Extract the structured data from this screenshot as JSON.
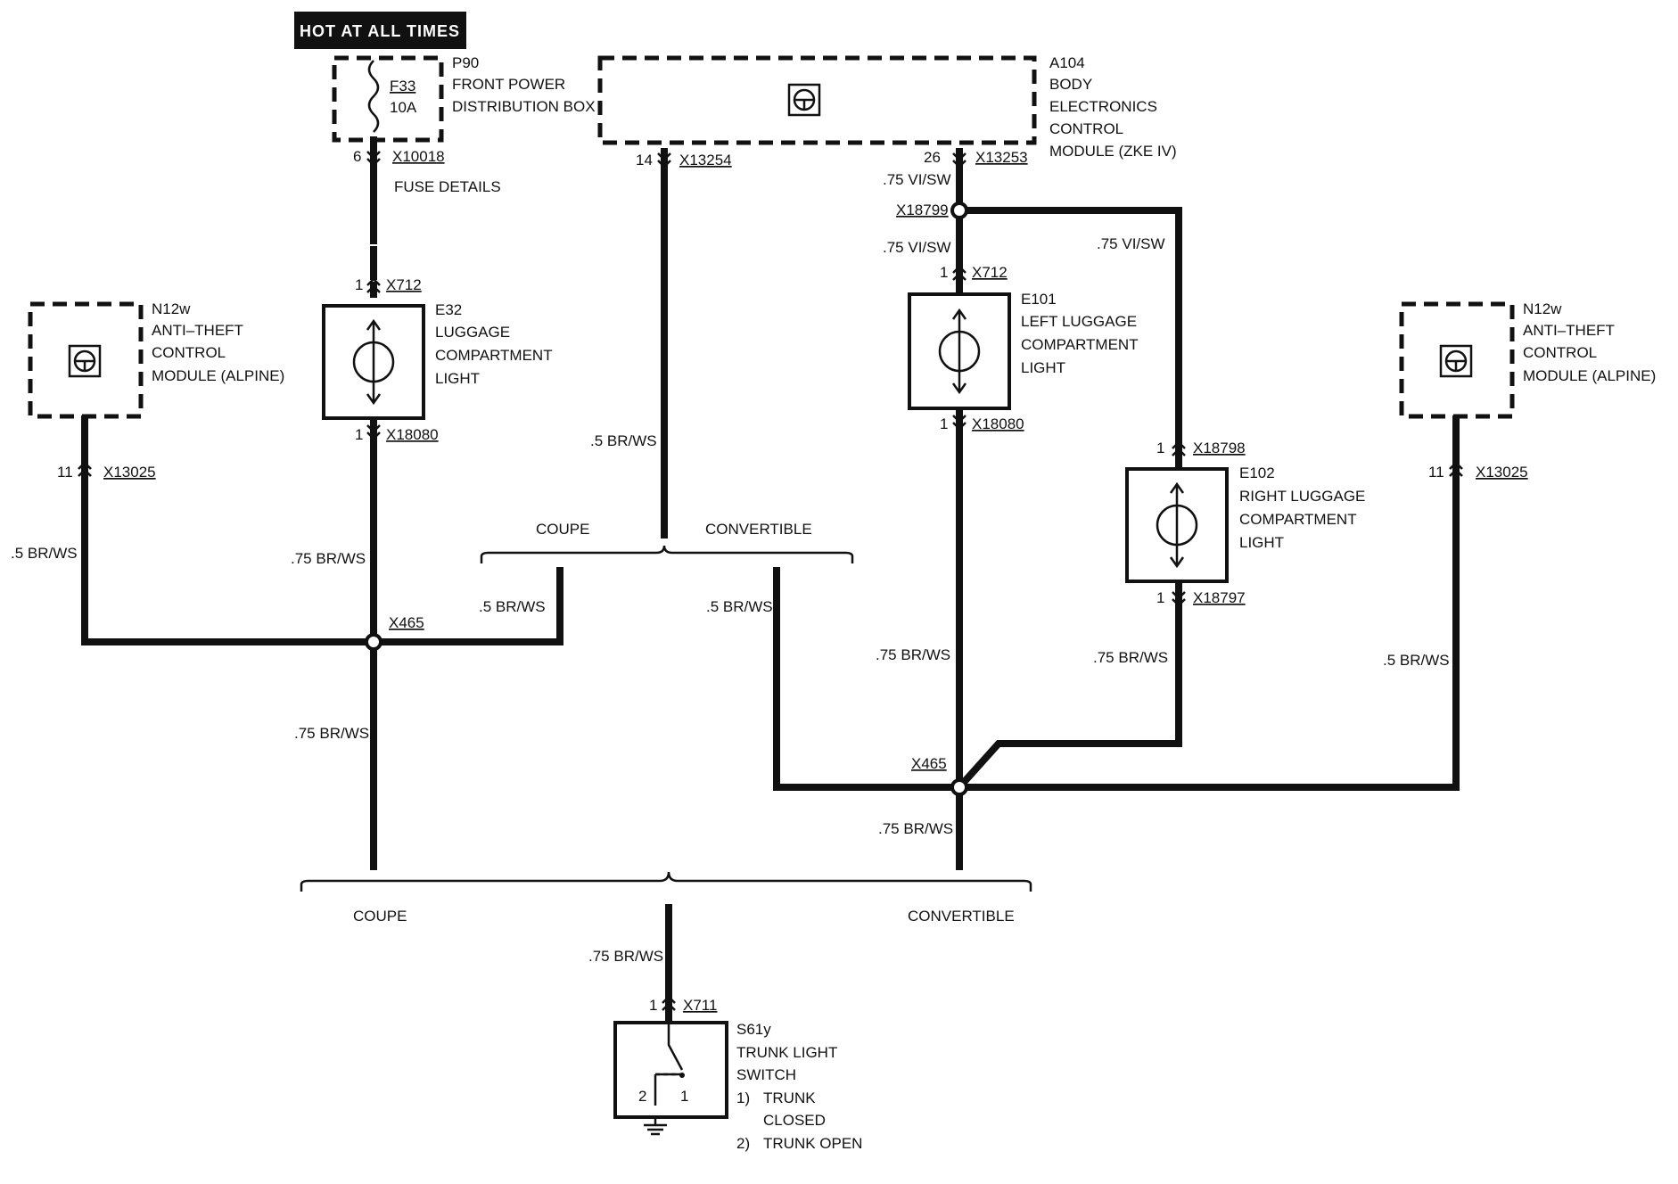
{
  "banner": "HOT AT ALL TIMES",
  "components": {
    "p90": {
      "id": "P90",
      "name1": "FRONT POWER",
      "name2": "DISTRIBUTION BOX",
      "fuse": "F33",
      "rating": "10A"
    },
    "a104": {
      "id": "A104",
      "lines": [
        "BODY",
        "ELECTRONICS",
        "CONTROL",
        "MODULE (ZKE IV)"
      ]
    },
    "n12w": {
      "id": "N12w",
      "lines": [
        "ANTI–THEFT",
        "CONTROL",
        "MODULE (ALPINE)"
      ]
    },
    "e32": {
      "id": "E32",
      "lines": [
        "LUGGAGE",
        "COMPARTMENT",
        "LIGHT"
      ]
    },
    "e101": {
      "id": "E101",
      "lines": [
        "LEFT LUGGAGE",
        "COMPARTMENT",
        "LIGHT"
      ]
    },
    "e102": {
      "id": "E102",
      "lines": [
        "RIGHT LUGGAGE",
        "COMPARTMENT",
        "LIGHT"
      ]
    },
    "s61y": {
      "id": "S61y",
      "lines": [
        "TRUNK LIGHT",
        "SWITCH"
      ],
      "note1a": "1)",
      "note1b": "TRUNK",
      "note1c": "CLOSED",
      "note2a": "2)",
      "note2b": "TRUNK OPEN"
    }
  },
  "connectors": {
    "x10018": "X10018",
    "x13254": "X13254",
    "x13253": "X13253",
    "x18799": "X18799",
    "x712": "X712",
    "x18080": "X18080",
    "x18798": "X18798",
    "x18797": "X18797",
    "x13025": "X13025",
    "x465": "X465",
    "x711": "X711"
  },
  "fuse_details": "FUSE DETAILS",
  "pins": {
    "p6": "6",
    "p14": "14",
    "p26": "26",
    "p1": "1",
    "p11": "11",
    "p2": "2"
  },
  "wires": {
    "vi_sw": ".75 VI/SW",
    "br_ws_05": ".5 BR/WS",
    "br_ws_075": ".75 BR/WS"
  },
  "variants": {
    "coupe": "COUPE",
    "convertible": "CONVERTIBLE"
  }
}
